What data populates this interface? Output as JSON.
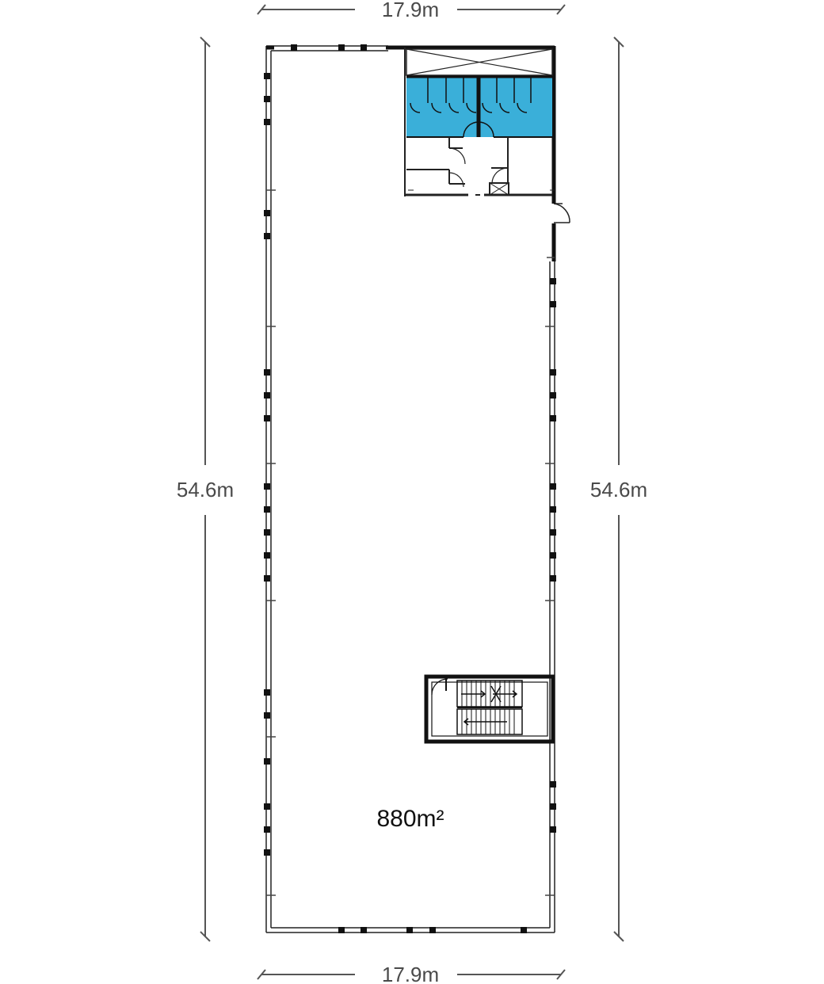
{
  "dimensions": {
    "top_width": "17.9m",
    "bottom_width": "17.9m",
    "left_length": "54.6m",
    "right_length": "54.6m"
  },
  "area_label": "880m²",
  "colors": {
    "wet_room": "#3aafd9",
    "walls": "#111111",
    "dimension_text": "#4a4a4a"
  }
}
